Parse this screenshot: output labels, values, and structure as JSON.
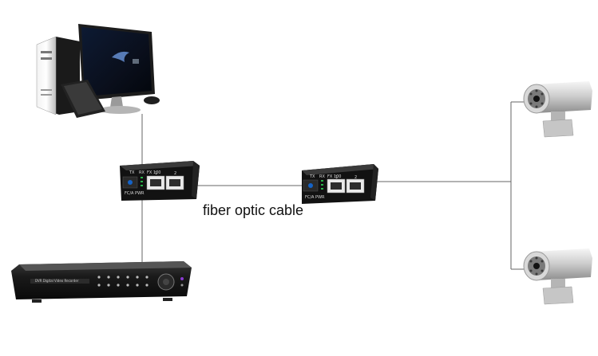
{
  "diagram": {
    "cable_label": "fiber optic cable"
  },
  "converter_left": {
    "tx": "TX",
    "rx": "RX",
    "fx": "FX 100",
    "port1": "1",
    "port2": "2",
    "bottom": "FC/A PWR"
  },
  "converter_right": {
    "tx": "TX",
    "rx": "RX",
    "fx": "FX 100",
    "port1": "1",
    "port2": "2",
    "bottom": "FC/A PWR"
  },
  "dvr": {
    "front_text": "DVR Digital Video Recorder"
  },
  "colors": {
    "line": "#555555",
    "device_dark": "#1b1b1b",
    "camera_silver": "#c8c8c8"
  }
}
